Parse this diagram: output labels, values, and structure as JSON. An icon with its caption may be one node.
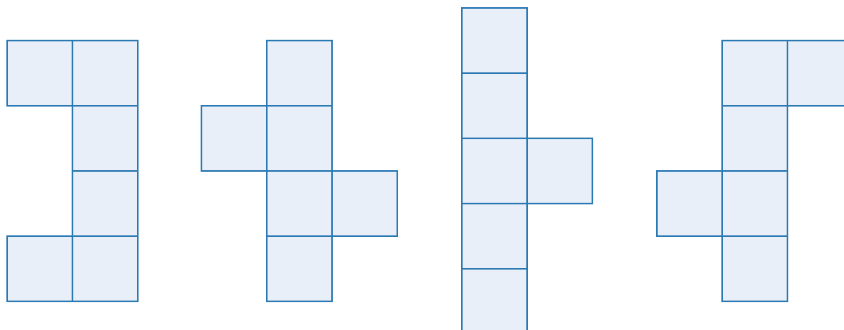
{
  "diagram": {
    "nodes": [
      {
        "text": [],
        "shape": "box"
      },
      {
        "text": [],
        "shape": "box"
      },
      {
        "text": [],
        "shape": "box"
      },
      {
        "text": [],
        "shape": "box"
      },
      {
        "text": [],
        "shape": "box"
      },
      {
        "text": [],
        "shape": "box"
      },
      {
        "text": [],
        "shape": "box"
      },
      {
        "text": [],
        "shape": "box"
      },
      {
        "text": [],
        "shape": "box"
      },
      {
        "text": [],
        "shape": "box"
      },
      {
        "text": [],
        "shape": "box"
      },
      {
        "text": [],
        "shape": "box"
      },
      {
        "text": [],
        "shape": "box"
      },
      {
        "text": [],
        "shape": "box"
      },
      {
        "text": [],
        "shape": "box"
      },
      {
        "text": [],
        "shape": "box"
      },
      {
        "text": [],
        "shape": "box"
      },
      {
        "text": [],
        "shape": "box"
      },
      {
        "text": [],
        "shape": "box"
      },
      {
        "text": [],
        "shape": "box"
      },
      {
        "text": [],
        "shape": "box"
      },
      {
        "text": [],
        "shape": "box"
      },
      {
        "text": [],
        "shape": "box"
      },
      {
        "text": [],
        "shape": "box"
      }
    ]
  }
}
